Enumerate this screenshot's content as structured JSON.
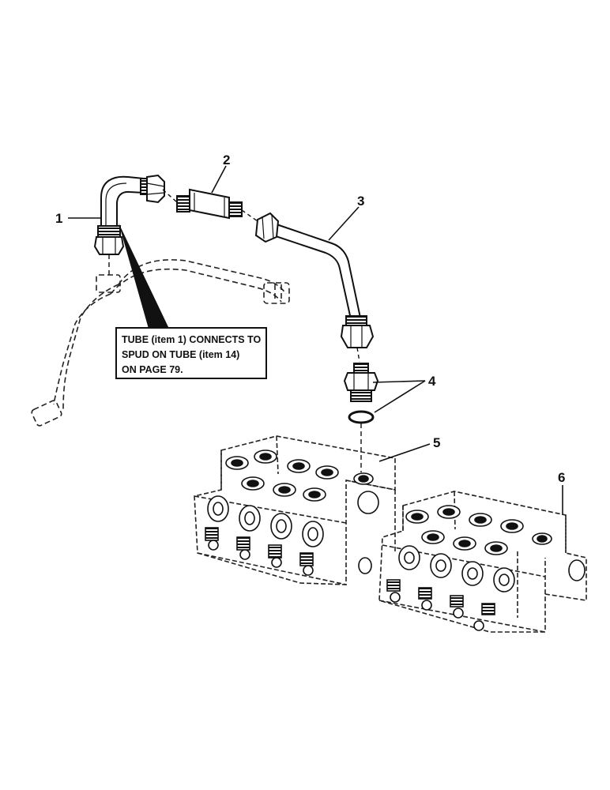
{
  "callouts": [
    "1",
    "2",
    "3",
    "4",
    "5",
    "6"
  ],
  "note": {
    "lines": [
      "TUBE (item 1) CONNECTS TO",
      "SPUD ON TUBE (item 14)",
      "ON PAGE 79."
    ]
  }
}
